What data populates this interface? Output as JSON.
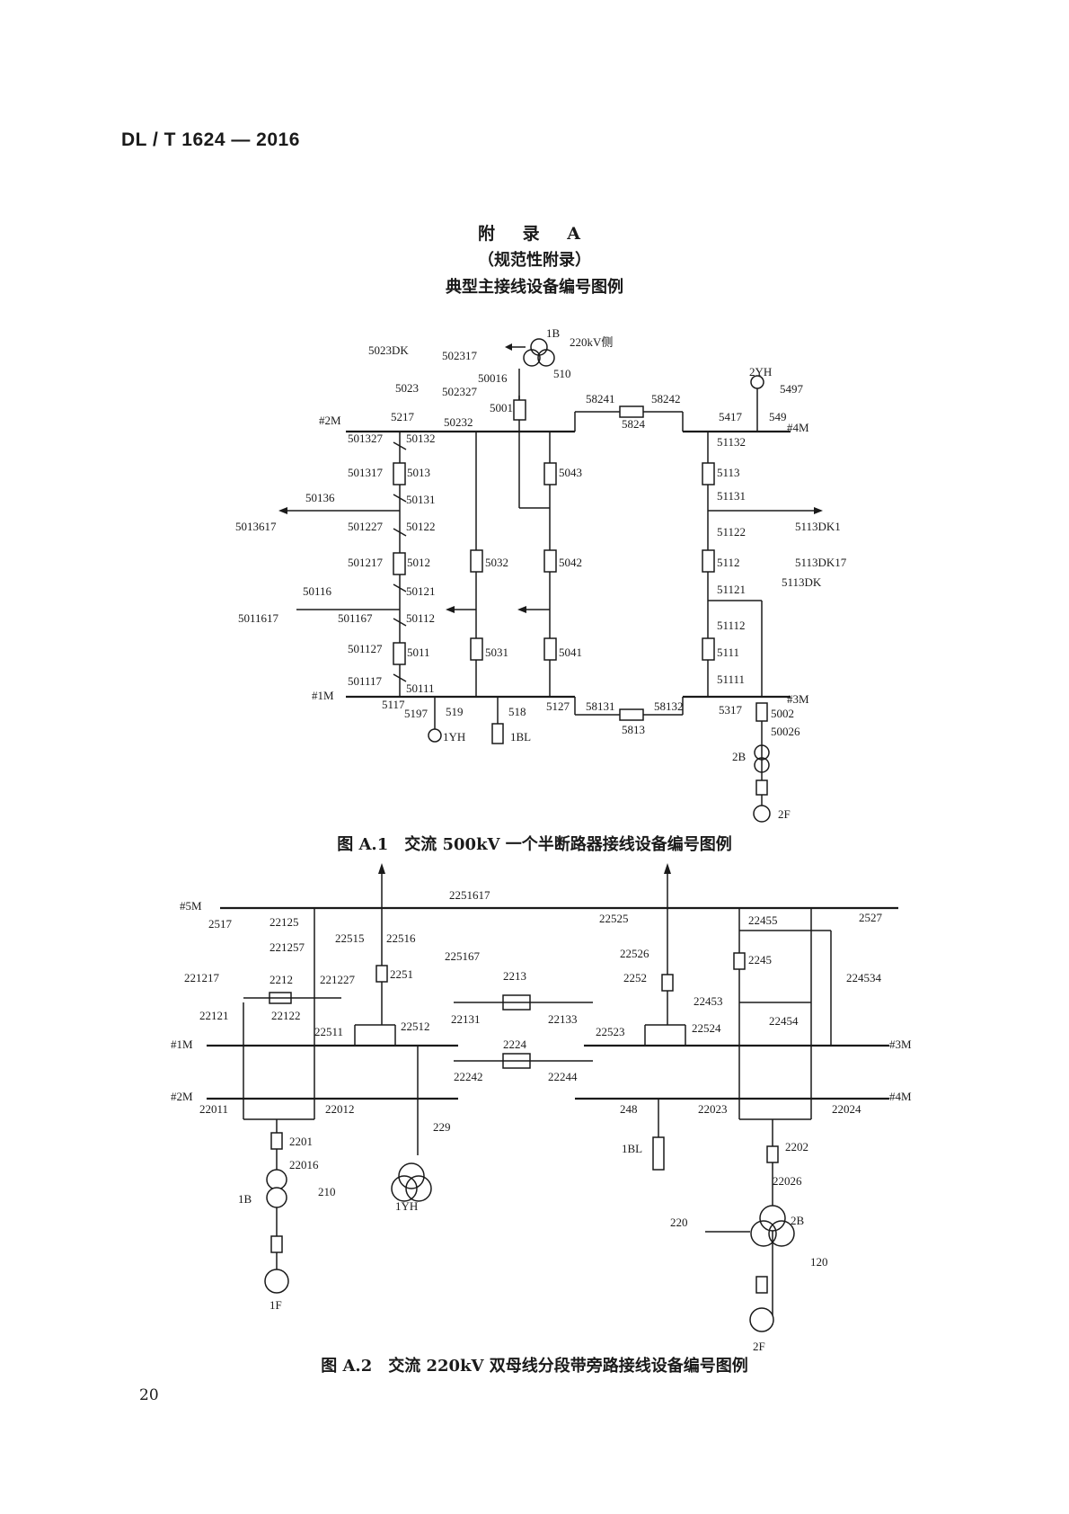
{
  "header": {
    "std_code": "DL / T 1624 — 2016"
  },
  "appendix": {
    "title": "附 录 A",
    "subtitle": "（规范性附录）",
    "name": "典型主接线设备编号图例"
  },
  "figure1": {
    "caption": "图 A.1　交流 500kV 一个半断路器接线设备编号图例",
    "labels": {
      "l_5023DK": "5023DK",
      "l_502317": "502317",
      "l_1B": "1B",
      "l_220kv": "220kV侧",
      "l_50016": "50016",
      "l_510": "510",
      "l_5023": "5023",
      "l_502327": "502327",
      "l_5001": "5001",
      "l_58241": "58241",
      "l_58242": "58242",
      "l_2YH": "2YH",
      "l_5497": "5497",
      "l_5217": "5217",
      "l_50232": "50232",
      "l_5824": "5824",
      "l_5417": "5417",
      "l_549": "549",
      "l_2M": "#2M",
      "l_4M": "#4M",
      "l_501327": "501327",
      "l_50132": "50132",
      "l_51132": "51132",
      "l_501317": "501317",
      "l_5013": "5013",
      "l_5043": "5043",
      "l_5113": "5113",
      "l_50136": "50136",
      "l_50131": "50131",
      "l_51131": "51131",
      "l_5013617": "5013617",
      "l_501227": "501227",
      "l_50122": "50122",
      "l_51122": "51122",
      "l_5113DK1": "5113DK1",
      "l_501217": "501217",
      "l_5012": "5012",
      "l_5032": "5032",
      "l_5042": "5042",
      "l_5112": "5112",
      "l_5113DK17": "5113DK17",
      "l_50116": "50116",
      "l_50121": "50121",
      "l_51121": "51121",
      "l_5113DK": "5113DK",
      "l_5011617": "5011617",
      "l_501167": "501167",
      "l_50112": "50112",
      "l_51112": "51112",
      "l_501127": "501127",
      "l_5011": "5011",
      "l_5031": "5031",
      "l_5041": "5041",
      "l_5111": "5111",
      "l_501117": "501117",
      "l_50111": "50111",
      "l_51111": "51111",
      "l_1M": "#1M",
      "l_3M": "#3M",
      "l_5117": "5117",
      "l_5197": "5197",
      "l_519": "519",
      "l_518": "518",
      "l_5127": "5127",
      "l_58131": "58131",
      "l_58132": "58132",
      "l_5317": "5317",
      "l_5002": "5002",
      "l_1YH": "1YH",
      "l_1BL": "1BL",
      "l_5813": "5813",
      "l_50026": "50026",
      "l_2B": "2B",
      "l_2F": "2F"
    }
  },
  "figure2": {
    "caption": "图 A.2　交流 220kV 双母线分段带旁路接线设备编号图例",
    "labels": {
      "l_2251617": "2251617",
      "l_5M": "#5M",
      "l_2517": "2517",
      "l_22125": "22125",
      "l_22525": "22525",
      "l_22455": "22455",
      "l_2527": "2527",
      "l_22515": "22515",
      "l_22516": "22516",
      "l_221257": "221257",
      "l_225167": "225167",
      "l_2251": "2251",
      "l_22526": "22526",
      "l_2245": "2245",
      "l_221217": "221217",
      "l_2212": "2212",
      "l_221227": "221227",
      "l_2213": "2213",
      "l_2252": "2252",
      "l_224534": "224534",
      "l_22121": "22121",
      "l_22122": "22122",
      "l_22131": "22131",
      "l_22133": "22133",
      "l_22453": "22453",
      "l_22454": "22454",
      "l_22511": "22511",
      "l_22512": "22512",
      "l_22523": "22523",
      "l_22524": "22524",
      "l_1M": "#1M",
      "l_3M": "#3M",
      "l_2224": "2224",
      "l_22242": "22242",
      "l_22244": "22244",
      "l_2M": "#2M",
      "l_4M": "#4M",
      "l_22011": "22011",
      "l_22012": "22012",
      "l_248": "248",
      "l_22023": "22023",
      "l_22024": "22024",
      "l_229": "229",
      "l_2201": "2201",
      "l_1BL": "1BL",
      "l_2202": "2202",
      "l_22016": "22016",
      "l_22026": "22026",
      "l_1B": "1B",
      "l_210": "210",
      "l_1YH": "1YH",
      "l_220": "220",
      "l_2B": "2B",
      "l_120": "120",
      "l_1F": "1F",
      "l_2F": "2F"
    }
  },
  "footer": {
    "page_number": "20"
  }
}
